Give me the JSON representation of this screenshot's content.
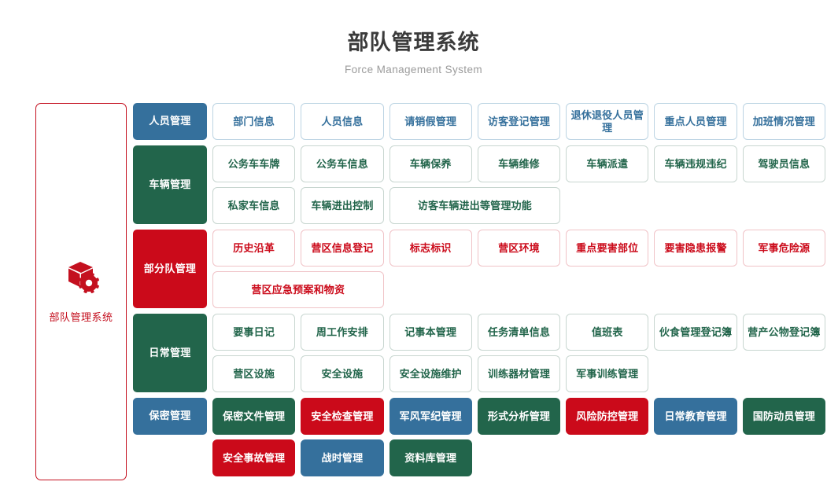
{
  "header": {
    "title": "部队管理系统",
    "subtitle": "Force Management System"
  },
  "sidebar": {
    "icon": "box-gear-icon",
    "label": "部队管理系统",
    "border_color": "#c4101f"
  },
  "colors": {
    "blue": "#35709c",
    "green": "#22654b",
    "red": "#cb0a1a",
    "title": "#3b3b3b",
    "subtitle": "#9b9b9b"
  },
  "sections": [
    {
      "category": "人员管理",
      "category_color": "blue",
      "rows": [
        [
          {
            "label": "部门信息",
            "style": "o-blue",
            "span": 1
          },
          {
            "label": "人员信息",
            "style": "o-blue",
            "span": 1
          },
          {
            "label": "请销假管理",
            "style": "o-blue",
            "span": 1
          },
          {
            "label": "访客登记管理",
            "style": "o-blue",
            "span": 1
          },
          {
            "label": "退休退役人员管理",
            "style": "o-blue",
            "span": 1
          },
          {
            "label": "重点人员管理",
            "style": "o-blue",
            "span": 1
          },
          {
            "label": "加班情况管理",
            "style": "o-blue",
            "span": 1
          }
        ]
      ]
    },
    {
      "category": "车辆管理",
      "category_color": "green",
      "rows": [
        [
          {
            "label": "公务车车牌",
            "style": "o-green",
            "span": 1
          },
          {
            "label": "公务车信息",
            "style": "o-green",
            "span": 1
          },
          {
            "label": "车辆保养",
            "style": "o-green",
            "span": 1
          },
          {
            "label": "车辆维修",
            "style": "o-green",
            "span": 1
          },
          {
            "label": "车辆派遣",
            "style": "o-green",
            "span": 1
          },
          {
            "label": "车辆违规违纪",
            "style": "o-green",
            "span": 1
          },
          {
            "label": "驾驶员信息",
            "style": "o-green",
            "span": 1
          }
        ],
        [
          {
            "label": "私家车信息",
            "style": "o-green",
            "span": 1
          },
          {
            "label": "车辆进出控制",
            "style": "o-green",
            "span": 1
          },
          {
            "label": "访客车辆进出等管理功能",
            "style": "o-green",
            "span": 2
          }
        ]
      ]
    },
    {
      "category": "部分队管理",
      "category_color": "red",
      "rows": [
        [
          {
            "label": "历史沿革",
            "style": "o-red",
            "span": 1
          },
          {
            "label": "营区信息登记",
            "style": "o-red",
            "span": 1
          },
          {
            "label": "标志标识",
            "style": "o-red",
            "span": 1
          },
          {
            "label": "营区环境",
            "style": "o-red",
            "span": 1
          },
          {
            "label": "重点要害部位",
            "style": "o-red",
            "span": 1
          },
          {
            "label": "要害隐患报警",
            "style": "o-red",
            "span": 1
          },
          {
            "label": "军事危险源",
            "style": "o-red",
            "span": 1
          }
        ],
        [
          {
            "label": "营区应急预案和物资",
            "style": "o-red",
            "span": 2
          }
        ]
      ]
    },
    {
      "category": "日常管理",
      "category_color": "green",
      "rows": [
        [
          {
            "label": "要事日记",
            "style": "o-green",
            "span": 1
          },
          {
            "label": "周工作安排",
            "style": "o-green",
            "span": 1
          },
          {
            "label": "记事本管理",
            "style": "o-green",
            "span": 1
          },
          {
            "label": "任务清单信息",
            "style": "o-green",
            "span": 1
          },
          {
            "label": "值班表",
            "style": "o-green",
            "span": 1
          },
          {
            "label": "伙食管理登记簿",
            "style": "o-green",
            "span": 1
          },
          {
            "label": "营产公物登记簿",
            "style": "o-green",
            "span": 1
          }
        ],
        [
          {
            "label": "营区设施",
            "style": "o-green",
            "span": 1
          },
          {
            "label": "安全设施",
            "style": "o-green",
            "span": 1
          },
          {
            "label": "安全设施维护",
            "style": "o-green",
            "span": 1
          },
          {
            "label": "训练器材管理",
            "style": "o-green",
            "span": 1
          },
          {
            "label": "军事训练管理",
            "style": "o-green",
            "span": 1
          }
        ]
      ]
    },
    {
      "category": "保密管理",
      "category_color": "blue",
      "last": true,
      "rows": [
        [
          {
            "label": "保密文件管理",
            "style": "s-green",
            "span": 1
          },
          {
            "label": "安全检查管理",
            "style": "s-red",
            "span": 1
          },
          {
            "label": "军风军纪管理",
            "style": "s-blue",
            "span": 1
          },
          {
            "label": "形式分析管理",
            "style": "s-green",
            "span": 1
          },
          {
            "label": "风险防控管理",
            "style": "s-red",
            "span": 1
          },
          {
            "label": "日常教育管理",
            "style": "s-blue",
            "span": 1
          },
          {
            "label": "国防动员管理",
            "style": "s-green",
            "span": 1
          }
        ],
        [
          {
            "label": "安全事故管理",
            "style": "s-red",
            "span": 1
          },
          {
            "label": "战时管理",
            "style": "s-blue",
            "span": 1
          },
          {
            "label": "资料库管理",
            "style": "s-green",
            "span": 1
          }
        ]
      ]
    }
  ]
}
